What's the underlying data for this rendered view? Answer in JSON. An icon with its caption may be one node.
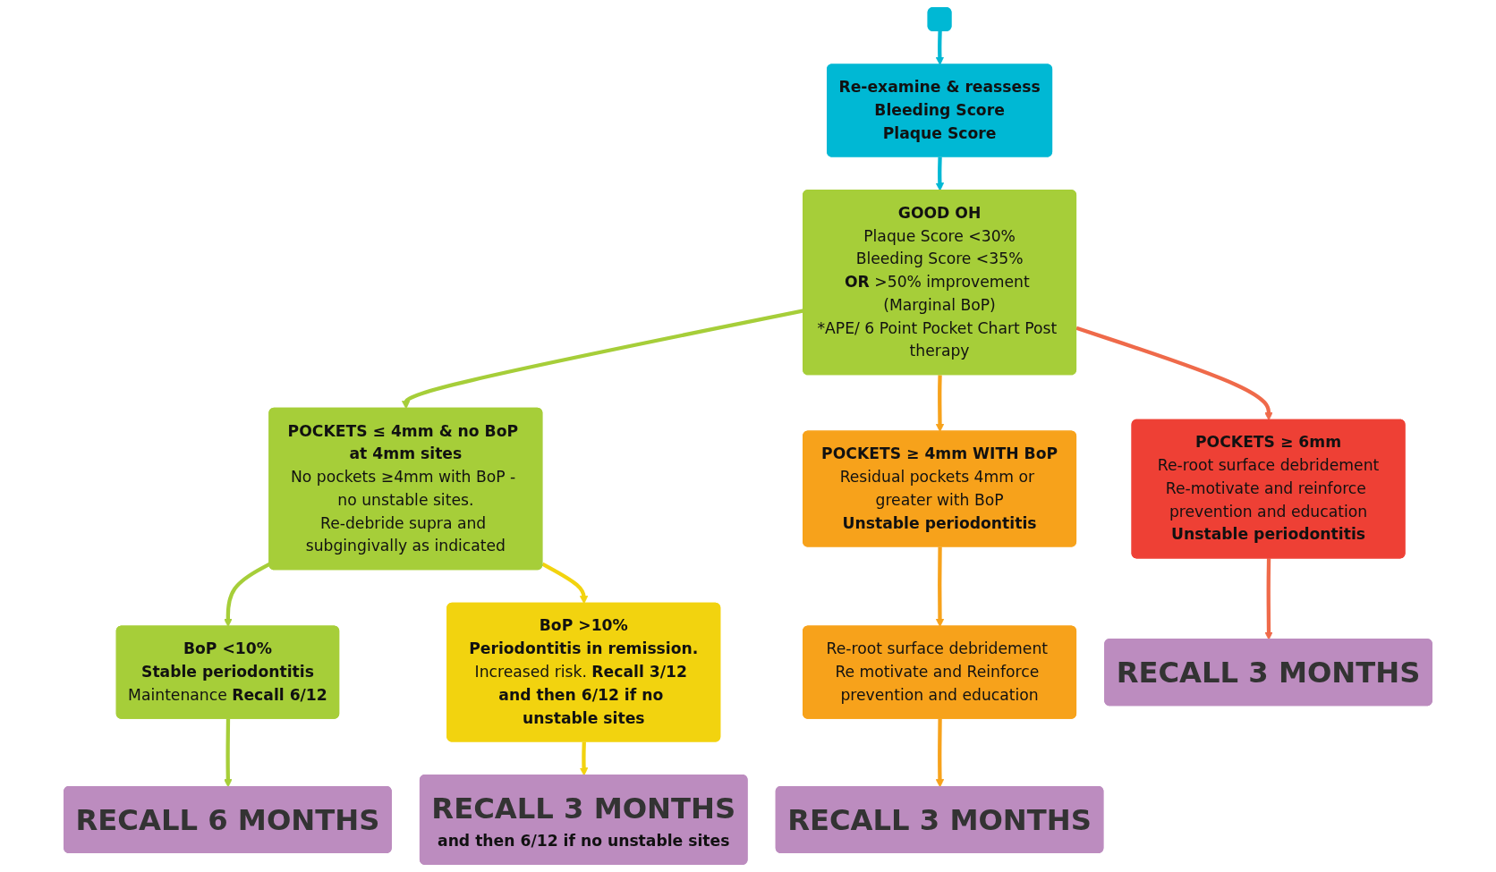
{
  "diagram": {
    "nodes": [
      {
        "text": [],
        "shape": "box"
      },
      {
        "text": [
          "Re-examine & reassess",
          "Bleeding Score",
          "Plaque Score"
        ]
      },
      {
        "text": [
          "GOOD OH",
          "Plaque Score <30%",
          "Bleeding Score <35%",
          "**OR** >50% improvement (Marginal BoP)",
          "*APE/ 6 Point Pocket Chart Post therapy"
        ]
      },
      {
        "text": [
          "POCKETS ≤ 4mm & no BoP at 4mm sites",
          "No pockets ≥4mm with BoP - no unstable sites.",
          "Re-debride supra and subgingivally as indicated"
        ]
      },
      {
        "text": [
          "POCKETS ≥ 4mm WITH BoP",
          "Residual pockets 4mm or greater with BoP",
          "Unstable periodontitis"
        ]
      },
      {
        "text": [
          "POCKETS ≥ 6mm",
          "Re-root surface debridement",
          "Re-motivate and reinforce prevention and education",
          "Unstable periodontitis"
        ]
      },
      {
        "text": [
          "BoP <10%",
          "Stable periodontitis",
          "Maintenance **Recall 6/12**"
        ]
      },
      {
        "text": [
          "BoP >10%",
          "Periodontitis in remission.",
          "Increased risk. **Recall 3/12 and then 6/12 if no unstable sites**"
        ]
      },
      {
        "text": [
          "Re-root surface debridement Re motivate and Reinforce prevention and education"
        ]
      },
      {
        "text": [
          "RECALL 6 MONTHS"
        ]
      },
      {
        "text": [
          "RECALL 3 MONTHS",
          "and then 6/12 if no unstable sites"
        ]
      },
      {
        "text": [
          "RECALL 3 MONTHS"
        ]
      },
      {
        "text": [
          "RECALL 3 MONTHS"
        ]
      }
    ],
    "edges": [
      {
        "from": 0,
        "to": 1,
        "arrow": "to",
        "color": "#00b8d4"
      },
      {
        "from": 1,
        "to": 2,
        "arrow": "to",
        "color": "#00b8d4"
      },
      {
        "from": 2,
        "to": 3,
        "arrow": "to",
        "color": "#a6ce39"
      },
      {
        "from": 2,
        "to": 4,
        "arrow": "to",
        "color": "#f7a21b"
      },
      {
        "from": 2,
        "to": 5,
        "arrow": "to",
        "color": "#ef6a4a"
      },
      {
        "from": 3,
        "to": 6,
        "arrow": "to",
        "color": "#a6ce39"
      },
      {
        "from": 3,
        "to": 7,
        "arrow": "to",
        "color": "#f2d30f"
      },
      {
        "from": 4,
        "to": 8,
        "arrow": "to",
        "color": "#f7a21b"
      },
      {
        "from": 6,
        "to": 9,
        "arrow": "to",
        "color": "#a6ce39"
      },
      {
        "from": 7,
        "to": 10,
        "arrow": "to",
        "color": "#f2d30f"
      },
      {
        "from": 8,
        "to": 11,
        "arrow": "to",
        "color": "#f7a21b"
      },
      {
        "from": 5,
        "to": 12,
        "arrow": "to",
        "color": "#ef6a4a"
      }
    ]
  }
}
